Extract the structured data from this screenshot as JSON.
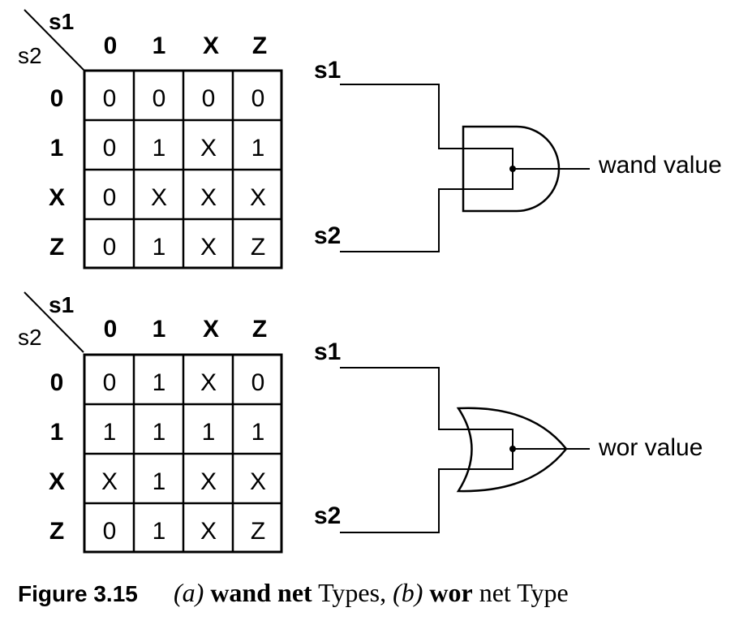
{
  "tables": [
    {
      "corner_row_label": "s2",
      "corner_col_label": "s1",
      "column_headers": [
        "0",
        "1",
        "X",
        "Z"
      ],
      "row_headers": [
        "0",
        "1",
        "X",
        "Z"
      ],
      "cells": [
        [
          "0",
          "0",
          "0",
          "0"
        ],
        [
          "0",
          "1",
          "X",
          "1"
        ],
        [
          "0",
          "X",
          "X",
          "X"
        ],
        [
          "0",
          "1",
          "X",
          "Z"
        ]
      ]
    },
    {
      "corner_row_label": "s2",
      "corner_col_label": "s1",
      "column_headers": [
        "0",
        "1",
        "X",
        "Z"
      ],
      "row_headers": [
        "0",
        "1",
        "X",
        "Z"
      ],
      "cells": [
        [
          "0",
          "1",
          "X",
          "0"
        ],
        [
          "1",
          "1",
          "1",
          "1"
        ],
        [
          "X",
          "1",
          "X",
          "X"
        ],
        [
          "0",
          "1",
          "X",
          "Z"
        ]
      ]
    }
  ],
  "gates": [
    {
      "type": "and",
      "input_top": "s1",
      "input_bottom": "s2",
      "output_label": "wand value"
    },
    {
      "type": "or",
      "input_top": "s1",
      "input_bottom": "s2",
      "output_label": "wor value"
    }
  ],
  "caption": {
    "label": "Figure 3.15",
    "a": "(a)",
    "a_bold": "wand net",
    "a_rest": " Types, ",
    "b": "(b)",
    "b_bold": "wor",
    "b_rest": " net Type"
  }
}
